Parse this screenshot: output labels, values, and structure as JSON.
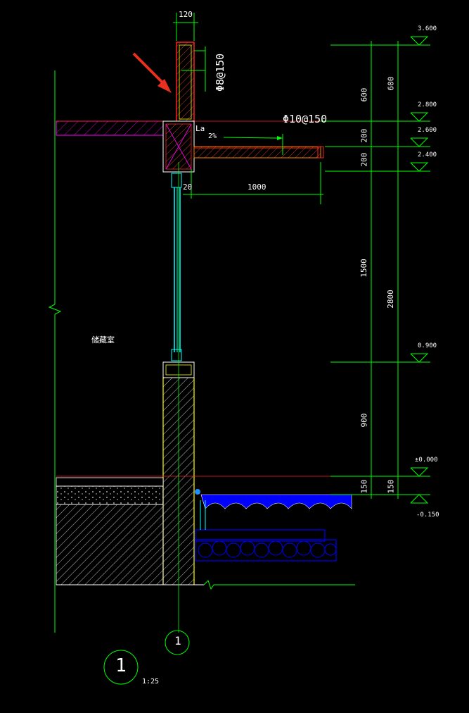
{
  "drawing": {
    "labels": {
      "wall_width": "120",
      "rebar_top": "Φ8@150",
      "rebar_slab": "Φ10@150",
      "anchor": "La",
      "slope": "2%",
      "dim_20": "20",
      "dim_1000": "1000",
      "room": "储藏室"
    },
    "vertical_dims_inner": [
      "600",
      "200",
      "200",
      "1500",
      "900",
      "150"
    ],
    "vertical_dims_outer": [
      "600",
      "2800",
      "150"
    ],
    "elevations": [
      "3.600",
      "2.800",
      "2.600",
      "2.400",
      "0.900",
      "±0.000",
      "-0.150"
    ],
    "axis_label": "1",
    "detail_number": "1",
    "scale": "1:25"
  },
  "colors": {
    "green": "#00ff00",
    "white": "#ffffff",
    "red": "#ff2020",
    "yellow": "#ffff00",
    "cyan": "#00ffff",
    "magenta": "#ff00ff",
    "blue": "#0000ff",
    "orange": "#ff8000",
    "arrow": "#e83020"
  }
}
